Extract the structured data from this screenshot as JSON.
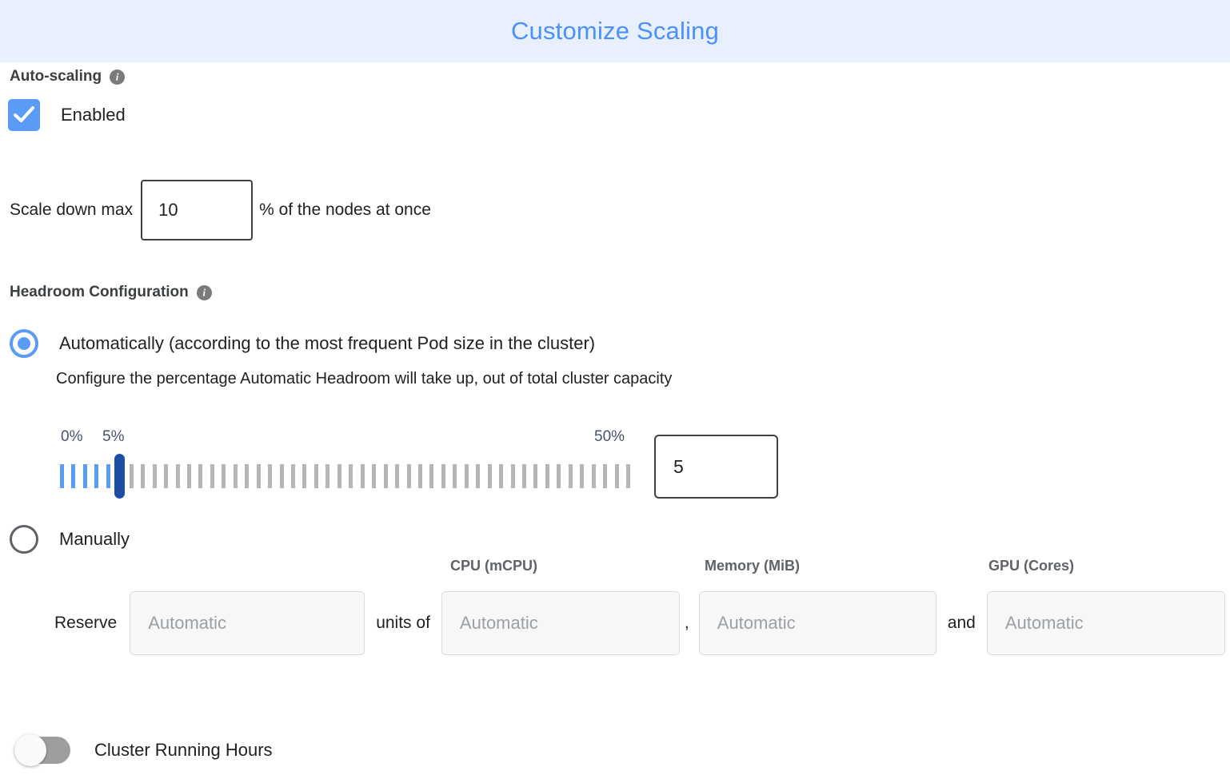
{
  "header": {
    "title": "Customize Scaling"
  },
  "autoscaling": {
    "section_title": "Auto-scaling",
    "info_glyph": "i",
    "enabled_label": "Enabled",
    "enabled_checked": true,
    "scale_down_label": "Scale down max",
    "scale_down_value": "10",
    "scale_down_suffix": "% of the nodes at once"
  },
  "headroom": {
    "section_title": "Headroom Configuration",
    "info_glyph": "i",
    "option_auto_label": "Automatically (according to the most frequent Pod size in the cluster)",
    "option_auto_selected": true,
    "auto_description": "Configure the percentage Automatic Headroom will take up, out of total cluster capacity",
    "slider": {
      "min_label": "0%",
      "current_label": "5%",
      "max_label": "50%",
      "min": 0,
      "max": 50,
      "value": 5,
      "value_box": "5",
      "total_ticks": 50,
      "filled_ticks": 5,
      "filled_color": "#5b9bf8",
      "empty_color": "#b5b5b5",
      "thumb_color": "#1c4fa1"
    },
    "option_manual_label": "Manually",
    "option_manual_selected": false,
    "reserve": {
      "prefix_label": "Reserve",
      "units_value": "",
      "units_placeholder": "Automatic",
      "units_of_label": "units of",
      "comma_label": ",",
      "and_label": "and",
      "columns": [
        {
          "header": "CPU (mCPU)",
          "placeholder": "Automatic",
          "value": ""
        },
        {
          "header": "Memory (MiB)",
          "placeholder": "Automatic",
          "value": ""
        },
        {
          "header": "GPU (Cores)",
          "placeholder": "Automatic",
          "value": ""
        }
      ]
    }
  },
  "cluster_running_hours": {
    "label": "Cluster Running Hours",
    "enabled": false
  },
  "colors": {
    "banner_bg": "#e8f0fe",
    "title_blue": "#4a90ff",
    "accent_blue": "#5b9bf8",
    "thumb_blue": "#1c4fa1",
    "tick_gray": "#b5b5b5",
    "text_dark": "#202124",
    "placeholder_gray": "#9aa0a6"
  }
}
